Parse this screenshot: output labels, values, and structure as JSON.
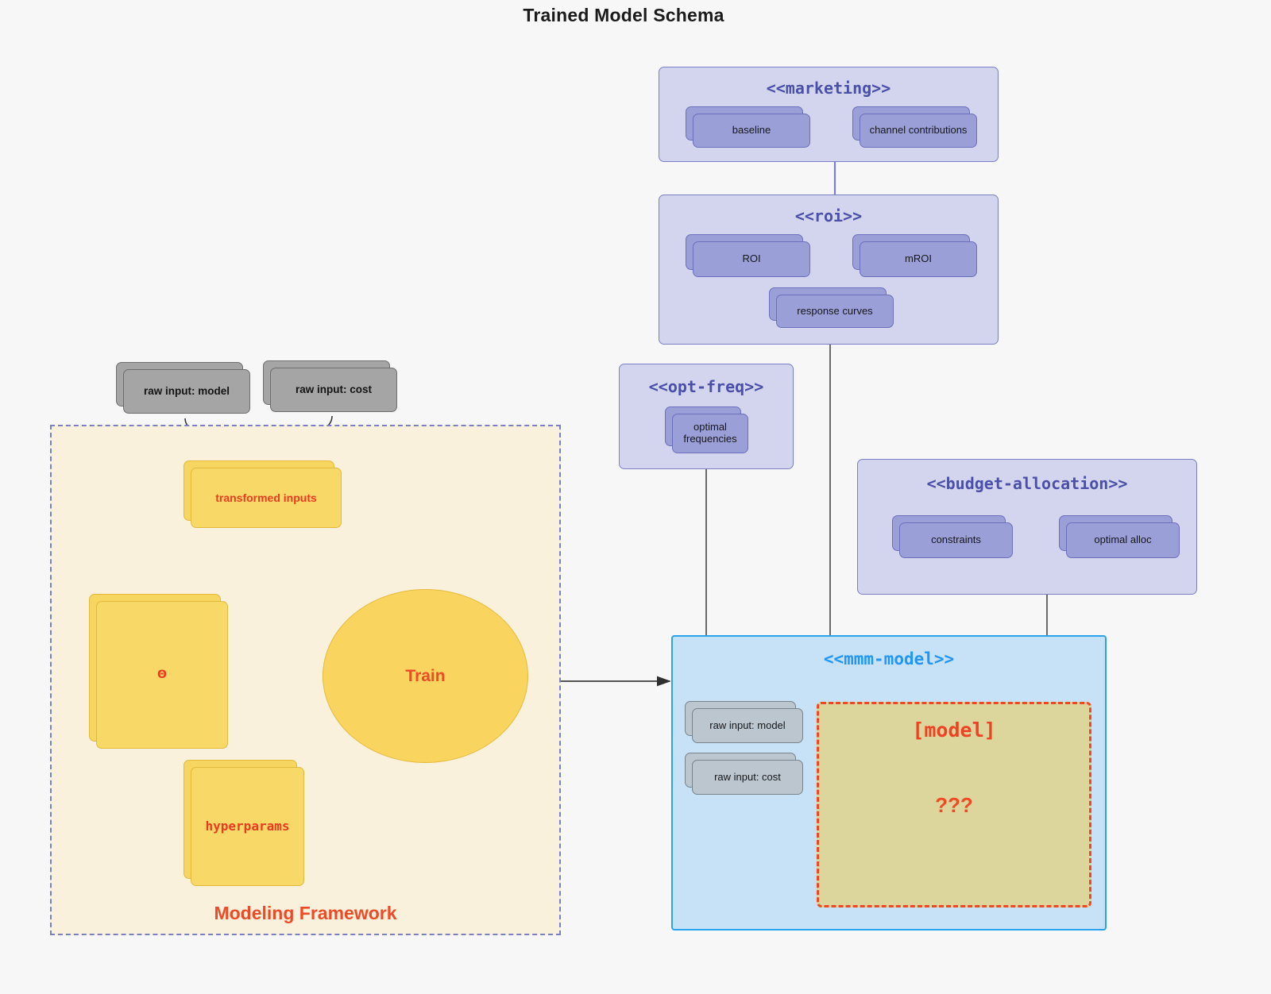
{
  "title": "Trained Model Schema",
  "colors": {
    "page_bg": "#f7f7f7",
    "package_fill": "#d3d5ef",
    "package_stroke": "#7b7fc4",
    "node_fill": "#9a9fd8",
    "node_stroke": "#6b70bd",
    "gray_node_fill": "#a5a5a5",
    "yellow_node_fill": "#f8d967",
    "framework_fill": "#faf1dc",
    "mmm_fill": "#c7e2f7",
    "mmm_stroke": "#2aa3ef",
    "model_slot_fill": "#ddd69c",
    "accent_red": "#ef4123",
    "stereotype_blue": "#4a4fa8"
  },
  "packages": {
    "marketing": {
      "title": "<<marketing>>",
      "nodes": [
        {
          "label": "baseline"
        },
        {
          "label": "channel contributions"
        }
      ]
    },
    "roi": {
      "title": "<<roi>>",
      "nodes": [
        {
          "label": "ROI"
        },
        {
          "label": "mROI"
        },
        {
          "label": "response curves"
        }
      ]
    },
    "opt_freq": {
      "title": "<<opt-freq>>",
      "nodes": [
        {
          "label": "optimal frequencies"
        }
      ]
    },
    "budget_allocation": {
      "title": "<<budget-allocation>>",
      "nodes": [
        {
          "label": "constraints"
        },
        {
          "label": "optimal alloc"
        }
      ]
    },
    "mmm_model": {
      "title": "<<mmm-model>>",
      "inputs": [
        {
          "label": "raw input: model"
        },
        {
          "label": "raw input: cost"
        }
      ],
      "slot": {
        "title": "[model]",
        "placeholder": "???"
      }
    }
  },
  "framework": {
    "label": "Modeling Framework",
    "raw_inputs": [
      {
        "label": "raw input: model"
      },
      {
        "label": "raw input: cost"
      }
    ],
    "transformed_inputs": {
      "label": "transformed inputs"
    },
    "theta": {
      "label": "Θ"
    },
    "hyperparams": {
      "label": "hyperparams"
    },
    "train": {
      "label": "Train"
    }
  }
}
